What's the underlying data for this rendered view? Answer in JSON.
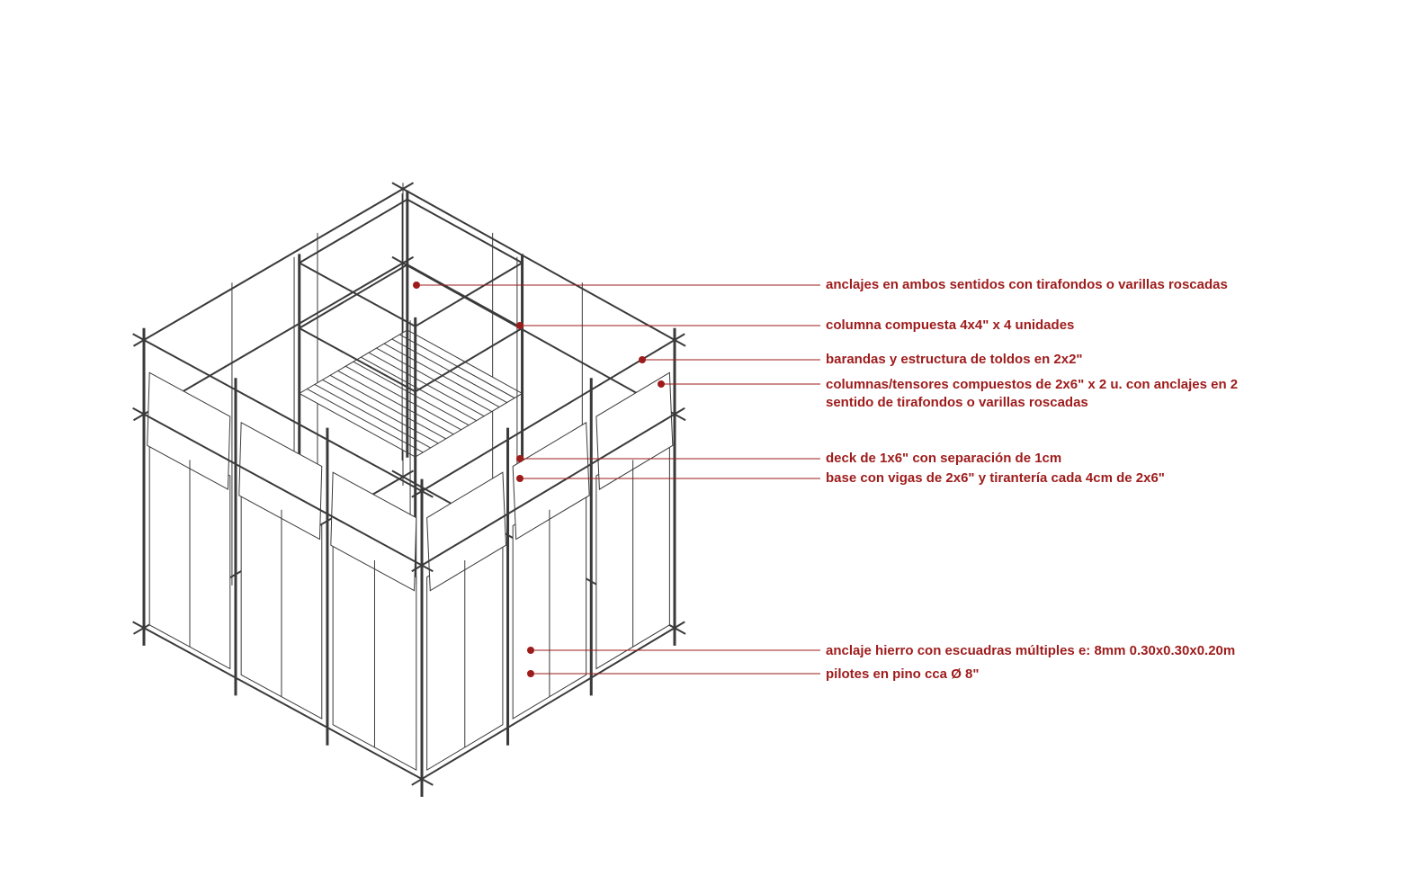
{
  "annotations": [
    {
      "id": "anclajes",
      "text": "anclajes en ambos sentidos con tirafondos o varillas roscadas"
    },
    {
      "id": "columna",
      "text": "columna compuesta 4x4\" x 4 unidades"
    },
    {
      "id": "barandas",
      "text": "barandas y estructura de toldos en 2x2\""
    },
    {
      "id": "columnas-tensores",
      "text": "columnas/tensores compuestos de 2x6\" x 2 u. con anclajes en 2",
      "text2": "sentido de tirafondos o varillas roscadas"
    },
    {
      "id": "deck",
      "text": "deck de 1x6\" con separación de 1cm"
    },
    {
      "id": "base",
      "text": "base con vigas de 2x6\" y tirantería cada 4cm de 2x6\""
    },
    {
      "id": "anclaje-hierro",
      "text": "anclaje hierro con escuadras múltiples e: 8mm 0.30x0.30x0.20m"
    },
    {
      "id": "pilotes",
      "text": "pilotes en pino cca Ø 8\""
    }
  ],
  "colors": {
    "annotation": "#9e1b1b",
    "line": "#3a3a3a"
  }
}
